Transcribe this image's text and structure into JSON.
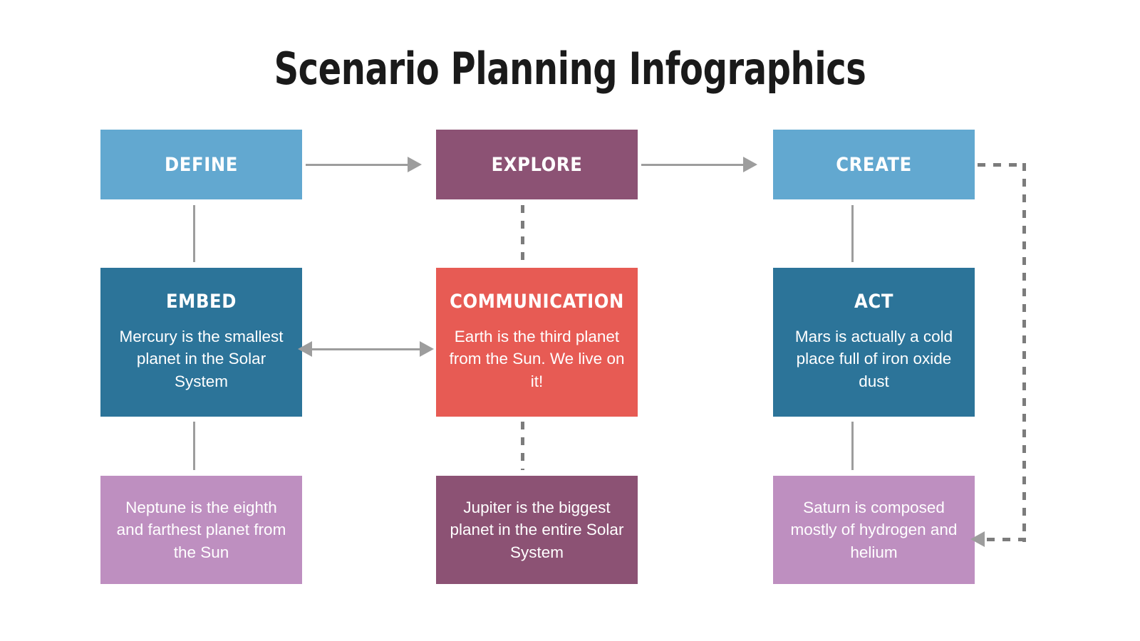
{
  "page": {
    "title": "Scenario Planning Infographics",
    "background_color": "#ffffff"
  },
  "palette": {
    "light_blue": "#62a8d0",
    "plum": "#8c5274",
    "steel_blue": "#2c7499",
    "coral": "#e75b54",
    "mauve": "#be8fc0",
    "connector_gray": "#9d9d9d",
    "dotted_gray": "#7c7c7c",
    "title_color": "#1a1a1a",
    "box_text_color": "#ffffff"
  },
  "boxes": {
    "define": {
      "heading": "DEFINE",
      "body": "",
      "color": "#62a8d0"
    },
    "explore": {
      "heading": "EXPLORE",
      "body": "",
      "color": "#8c5274"
    },
    "create": {
      "heading": "CREATE",
      "body": "",
      "color": "#62a8d0"
    },
    "embed": {
      "heading": "EMBED",
      "body": "Mercury is the smallest planet in the Solar System",
      "color": "#2c7499"
    },
    "communication": {
      "heading": "COMMUNICATION",
      "body": "Earth is the third planet from the Sun. We live on it!",
      "color": "#e75b54"
    },
    "act": {
      "heading": "ACT",
      "body": "Mars is actually a cold place full of iron oxide dust",
      "color": "#2c7499"
    },
    "neptune": {
      "heading": "",
      "body": "Neptune is the eighth and farthest planet from the Sun",
      "color": "#be8fc0"
    },
    "jupiter": {
      "heading": "",
      "body": "Jupiter is the biggest planet in the entire Solar System",
      "color": "#8c5274"
    },
    "saturn": {
      "heading": "",
      "body": "Saturn is composed mostly of hydrogen and helium",
      "color": "#be8fc0"
    }
  },
  "connectors": {
    "define_to_explore": "arrow-right",
    "explore_to_create": "arrow-right",
    "define_to_embed": "line-vertical",
    "explore_to_communication": "dotted-vertical",
    "create_to_act": "line-vertical",
    "embed_to_communication": "arrow-double-horizontal",
    "embed_to_neptune": "line-vertical",
    "communication_to_jupiter": "dotted-vertical",
    "act_to_saturn": "line-vertical",
    "create_to_saturn": "dotted-loop-arrow-left"
  }
}
